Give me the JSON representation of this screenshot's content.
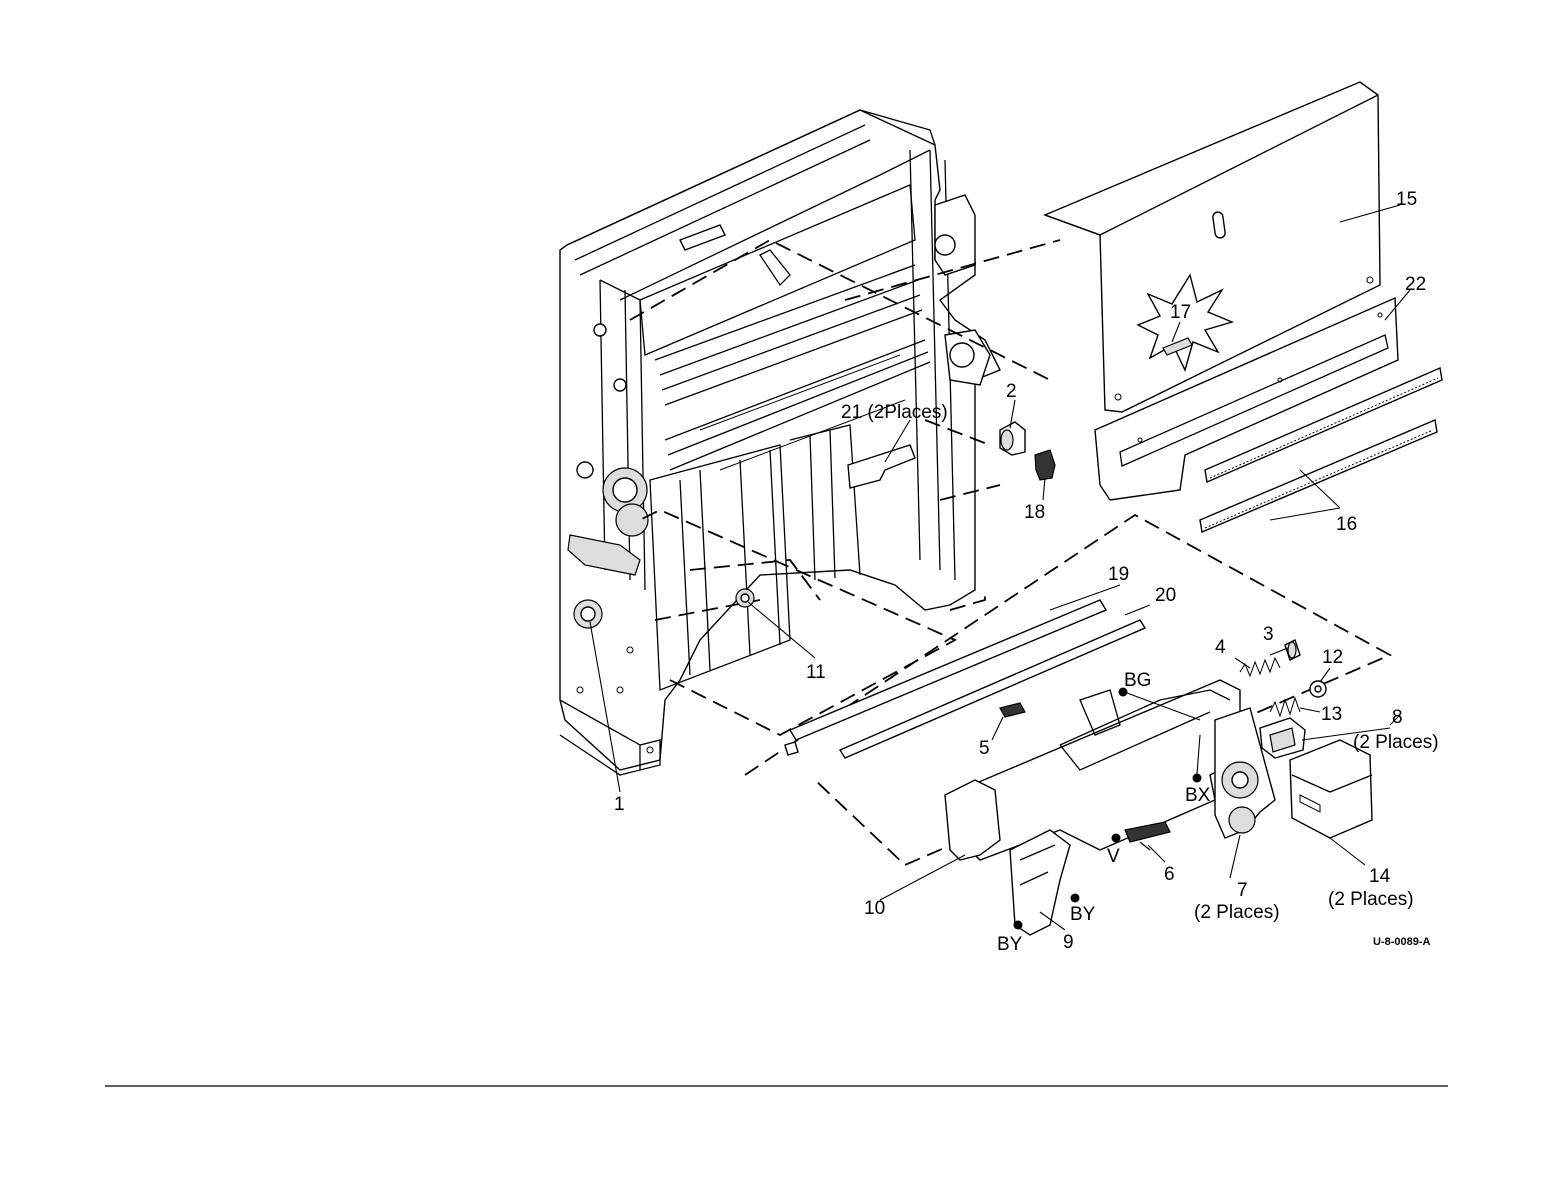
{
  "diagram_id": "U-8-0089-A",
  "callouts": {
    "c1": "1",
    "c2": "2",
    "c3": "3",
    "c4": "4",
    "c5": "5",
    "c6": "6",
    "c7": "7",
    "c7_note": "(2 Places)",
    "c8": "8",
    "c8_note": "(2 Places)",
    "c9": "9",
    "c10": "10",
    "c11": "11",
    "c12": "12",
    "c13": "13",
    "c14": "14",
    "c14_note": "(2 Places)",
    "c15": "15",
    "c16": "16",
    "c17": "17",
    "c18": "18",
    "c19": "19",
    "c20": "20",
    "c21": "21 (2Places)",
    "c22": "22"
  },
  "connectors": {
    "bg": "BG",
    "bx": "BX",
    "v": "V",
    "by_left": "BY",
    "by_right": "BY"
  }
}
